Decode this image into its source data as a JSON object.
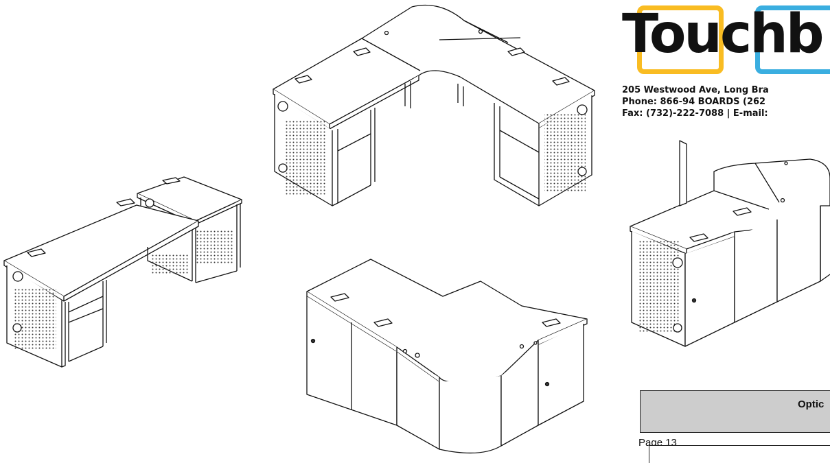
{
  "logo": {
    "wordmark": "Touchb",
    "colors": {
      "yellow": "#f9bc22",
      "blue": "#3aaee0"
    }
  },
  "address": {
    "line1": "205 Westwood Ave, Long Bra",
    "line2": "Phone: 866-94 BOARDS (262",
    "line3": "Fax: (732)-222-7088 | E-mail:"
  },
  "table": {
    "header": "Optic",
    "page_label": "Page 13"
  }
}
